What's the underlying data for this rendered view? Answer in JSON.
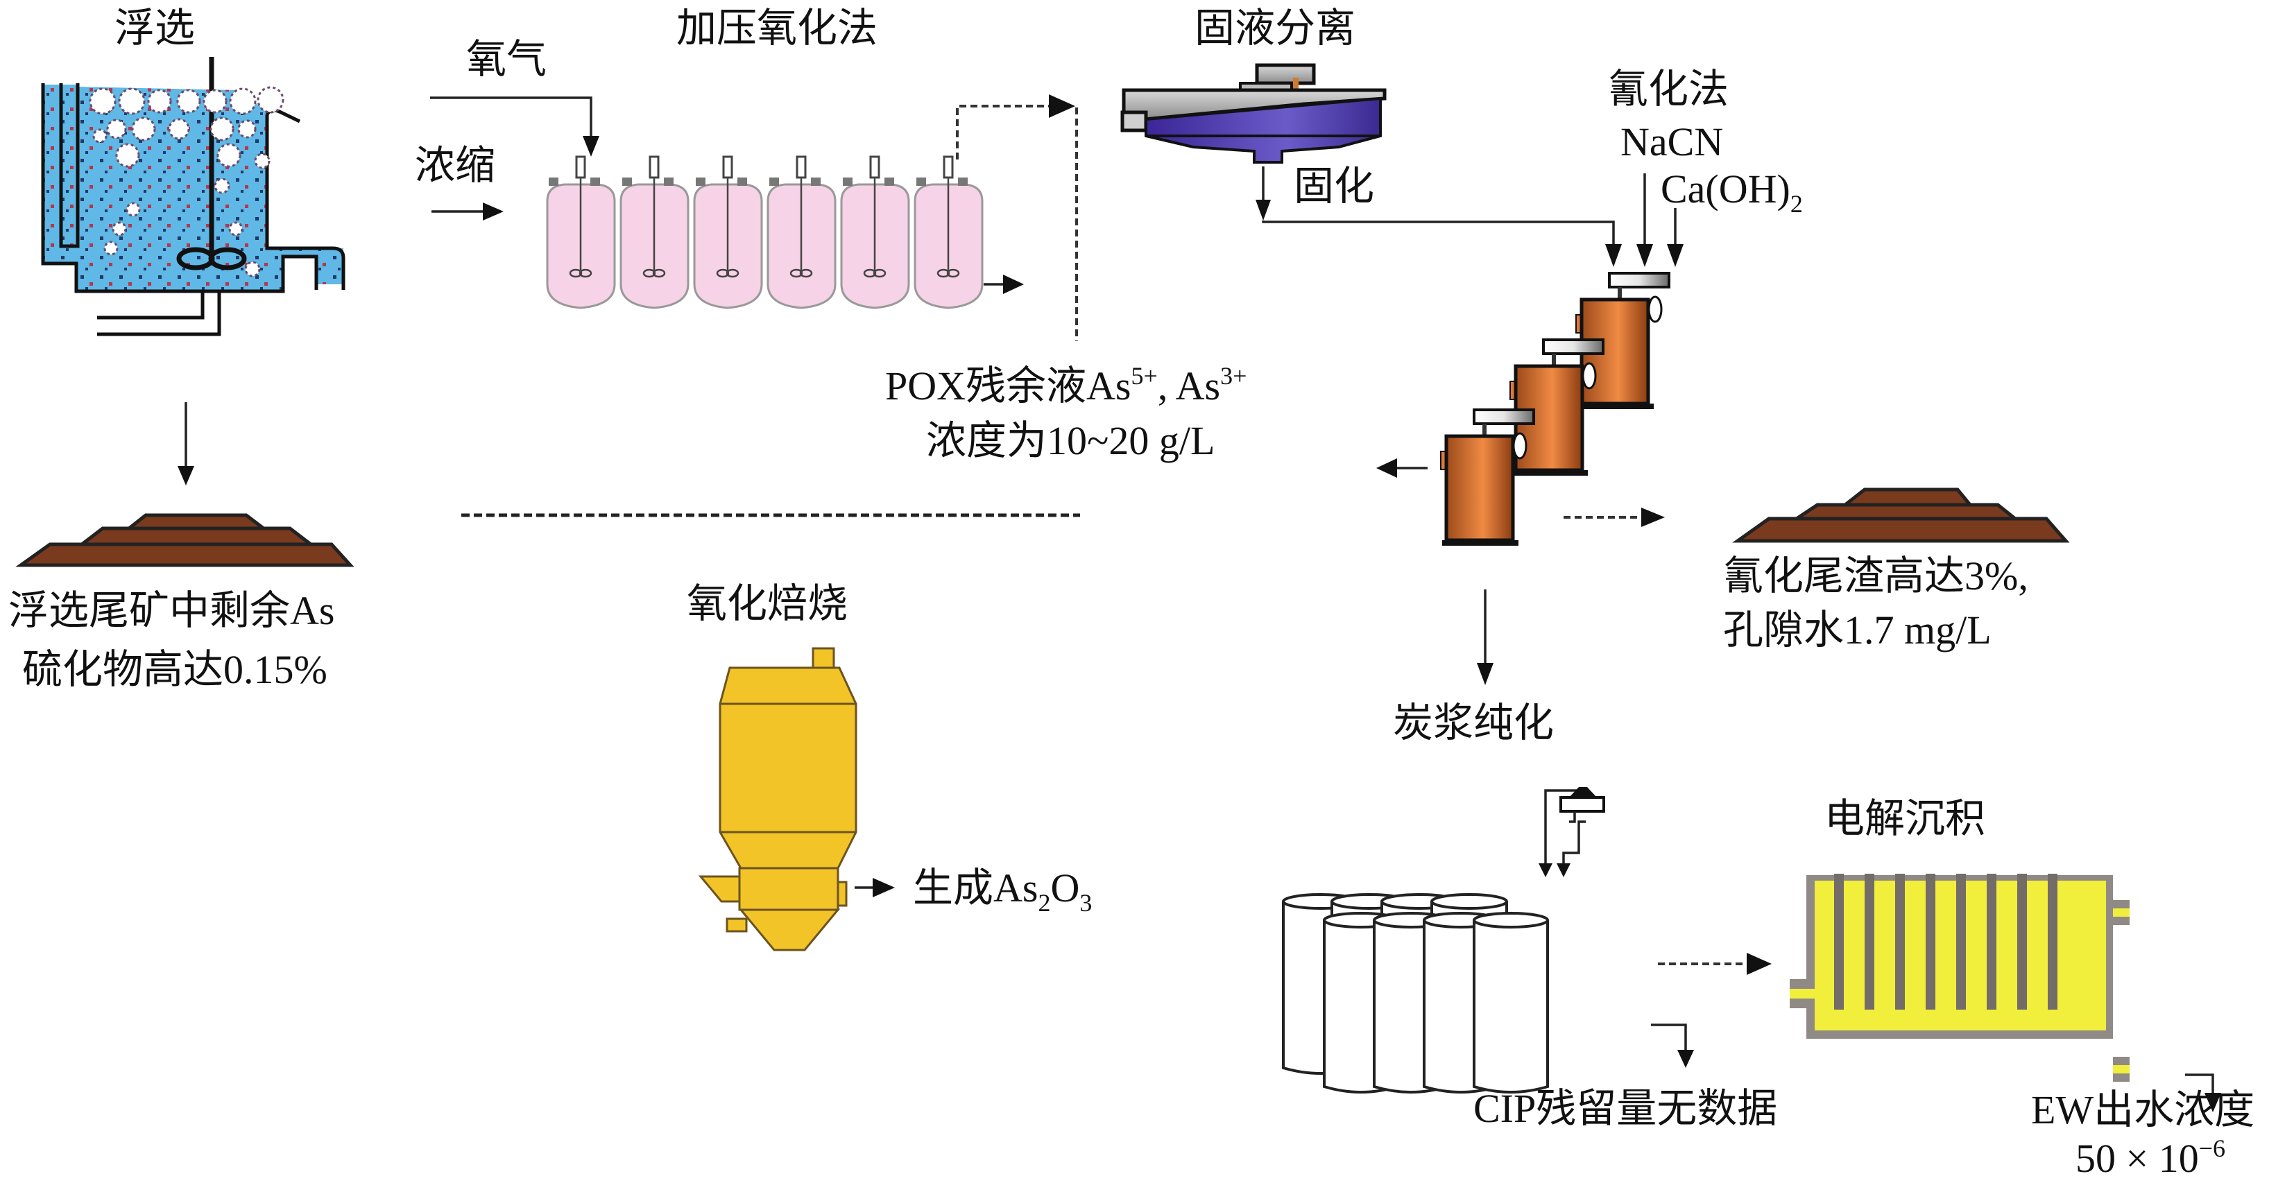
{
  "diagram": {
    "stages": {
      "flotation": {
        "title": "浮选",
        "tailings_line1": "浮选尾矿中剩余As",
        "tailings_line2": "硫化物高达0.15%"
      },
      "pox": {
        "title": "加压氧化法",
        "oxygen": "氧气",
        "concentrate": "浓缩",
        "residue_line1_main": "POX残余液As",
        "residue_sup1": "5+",
        "residue_comma": ", As",
        "residue_sup2": "3+",
        "residue_line2": "浓度为10~20 g/L"
      },
      "separation": {
        "title": "固液分离",
        "solidify": "固化"
      },
      "cyanidation": {
        "title": "氰化法",
        "reagent1": "NaCN",
        "reagent2_main": "Ca(OH)",
        "reagent2_sub": "2",
        "tailings_line1": "氰化尾渣高达3%,",
        "tailings_line2": "孔隙水1.7 mg/L"
      },
      "roasting": {
        "title": "氧化焙烧",
        "product_main": "生成As",
        "product_sub1": "2",
        "product_mid": "O",
        "product_sub2": "3"
      },
      "cip": {
        "title": "炭浆纯化",
        "residue": "CIP残留量无数据"
      },
      "electrowinning": {
        "title": "电解沉积",
        "effluent_line1": "EW出水浓度",
        "effluent_line2_main": "50 × 10",
        "effluent_line2_sup": "−6"
      }
    },
    "colors": {
      "flotation_liquid": "#5fb8e6",
      "autoclave_fill": "#f6d3e6",
      "thickener_top": "#a9a9a9",
      "thickener_bowl": "#4a36a6",
      "cyanide_tank": "#e07a3a",
      "tailings_pile": "#7a3a1e",
      "roaster": "#f3c427",
      "ew_electrolyte": "#f2ee3c",
      "ew_frame": "#8f8a86"
    }
  }
}
